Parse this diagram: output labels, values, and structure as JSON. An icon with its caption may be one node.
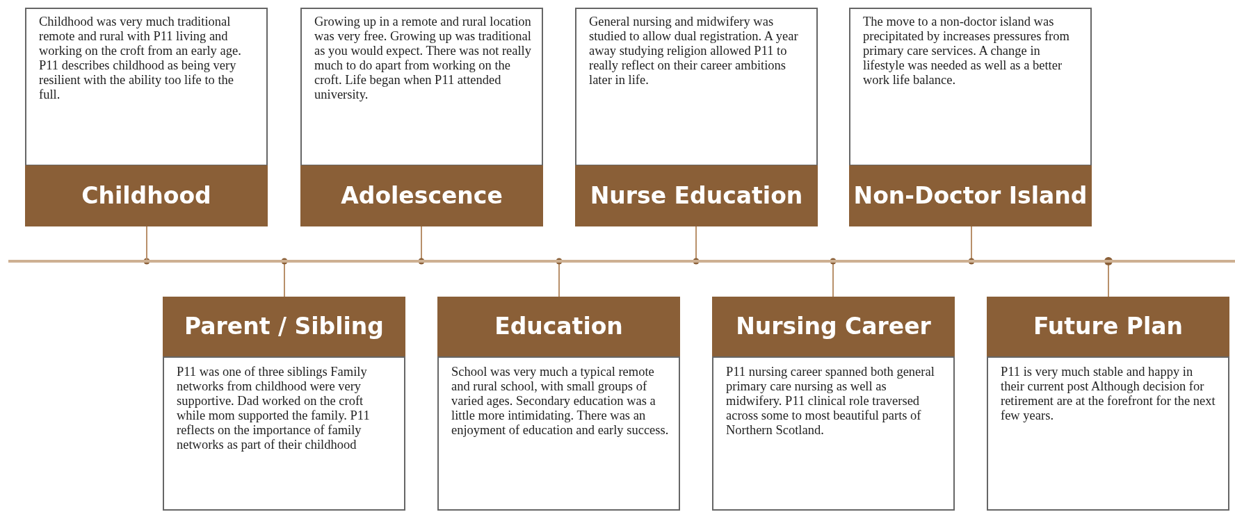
{
  "diagram": {
    "nodes": [
      {
        "text": [
          "Childhood was very much traditional remote and rural with P11 living and working on the croft from an early age. P11 describes childhood as being very resilient with the ability too life to the full.",
          "Childhood"
        ]
      },
      {
        "text": [
          "Parent / Sibling",
          "P11 was one of three siblings Family networks from childhood were very supportive. Dad worked on the croft while mom supported the family. P11 reflects on the importance of family networks as part of their childhood"
        ]
      },
      {
        "text": [
          "Growing up in a remote and rural location was very free. Growing up was traditional as you would expect. There was not really much to do apart from working on the croft. Life began when P11 attended university.",
          "Adolescence"
        ]
      },
      {
        "text": [
          "Education",
          "School was very much a typical remote and rural school, with small groups of varied ages. Secondary education was a little more intimidating. There was an enjoyment of education and early success."
        ]
      },
      {
        "text": [
          "General nursing and midwifery was studied to allow dual registration. A year away studying religion allowed P11 to really reflect on their career ambitions later in life.",
          "Nurse Education"
        ]
      },
      {
        "text": [
          "Nursing Career",
          "P11 nursing career spanned both general primary care nursing as well as midwifery. P11 clinical role traversed across some to most beautiful parts of Northern Scotland."
        ]
      },
      {
        "text": [
          "The move to a non-doctor island was precipitated by increases pressures from primary care services. A change in lifestyle was needed as well as a better work life balance.",
          "Non-Doctor Island"
        ]
      },
      {
        "text": [
          "Future Plan",
          "P11 is very much stable and happy in their current post Although decision for retirement are at the forefront for the next few years."
        ]
      },
      {
        "text": [],
        "shape": "bar"
      }
    ],
    "edges": [
      {
        "from": 0,
        "to": 8,
        "arrow": "none"
      },
      {
        "from": 1,
        "to": 8,
        "arrow": "none"
      },
      {
        "from": 2,
        "to": 8,
        "arrow": "none"
      },
      {
        "from": 3,
        "to": 8,
        "arrow": "none"
      },
      {
        "from": 4,
        "to": 8,
        "arrow": "none"
      },
      {
        "from": 5,
        "to": 8,
        "arrow": "none"
      },
      {
        "from": 6,
        "to": 8,
        "arrow": "none"
      },
      {
        "from": 7,
        "to": 8,
        "arrow": "none"
      }
    ]
  }
}
